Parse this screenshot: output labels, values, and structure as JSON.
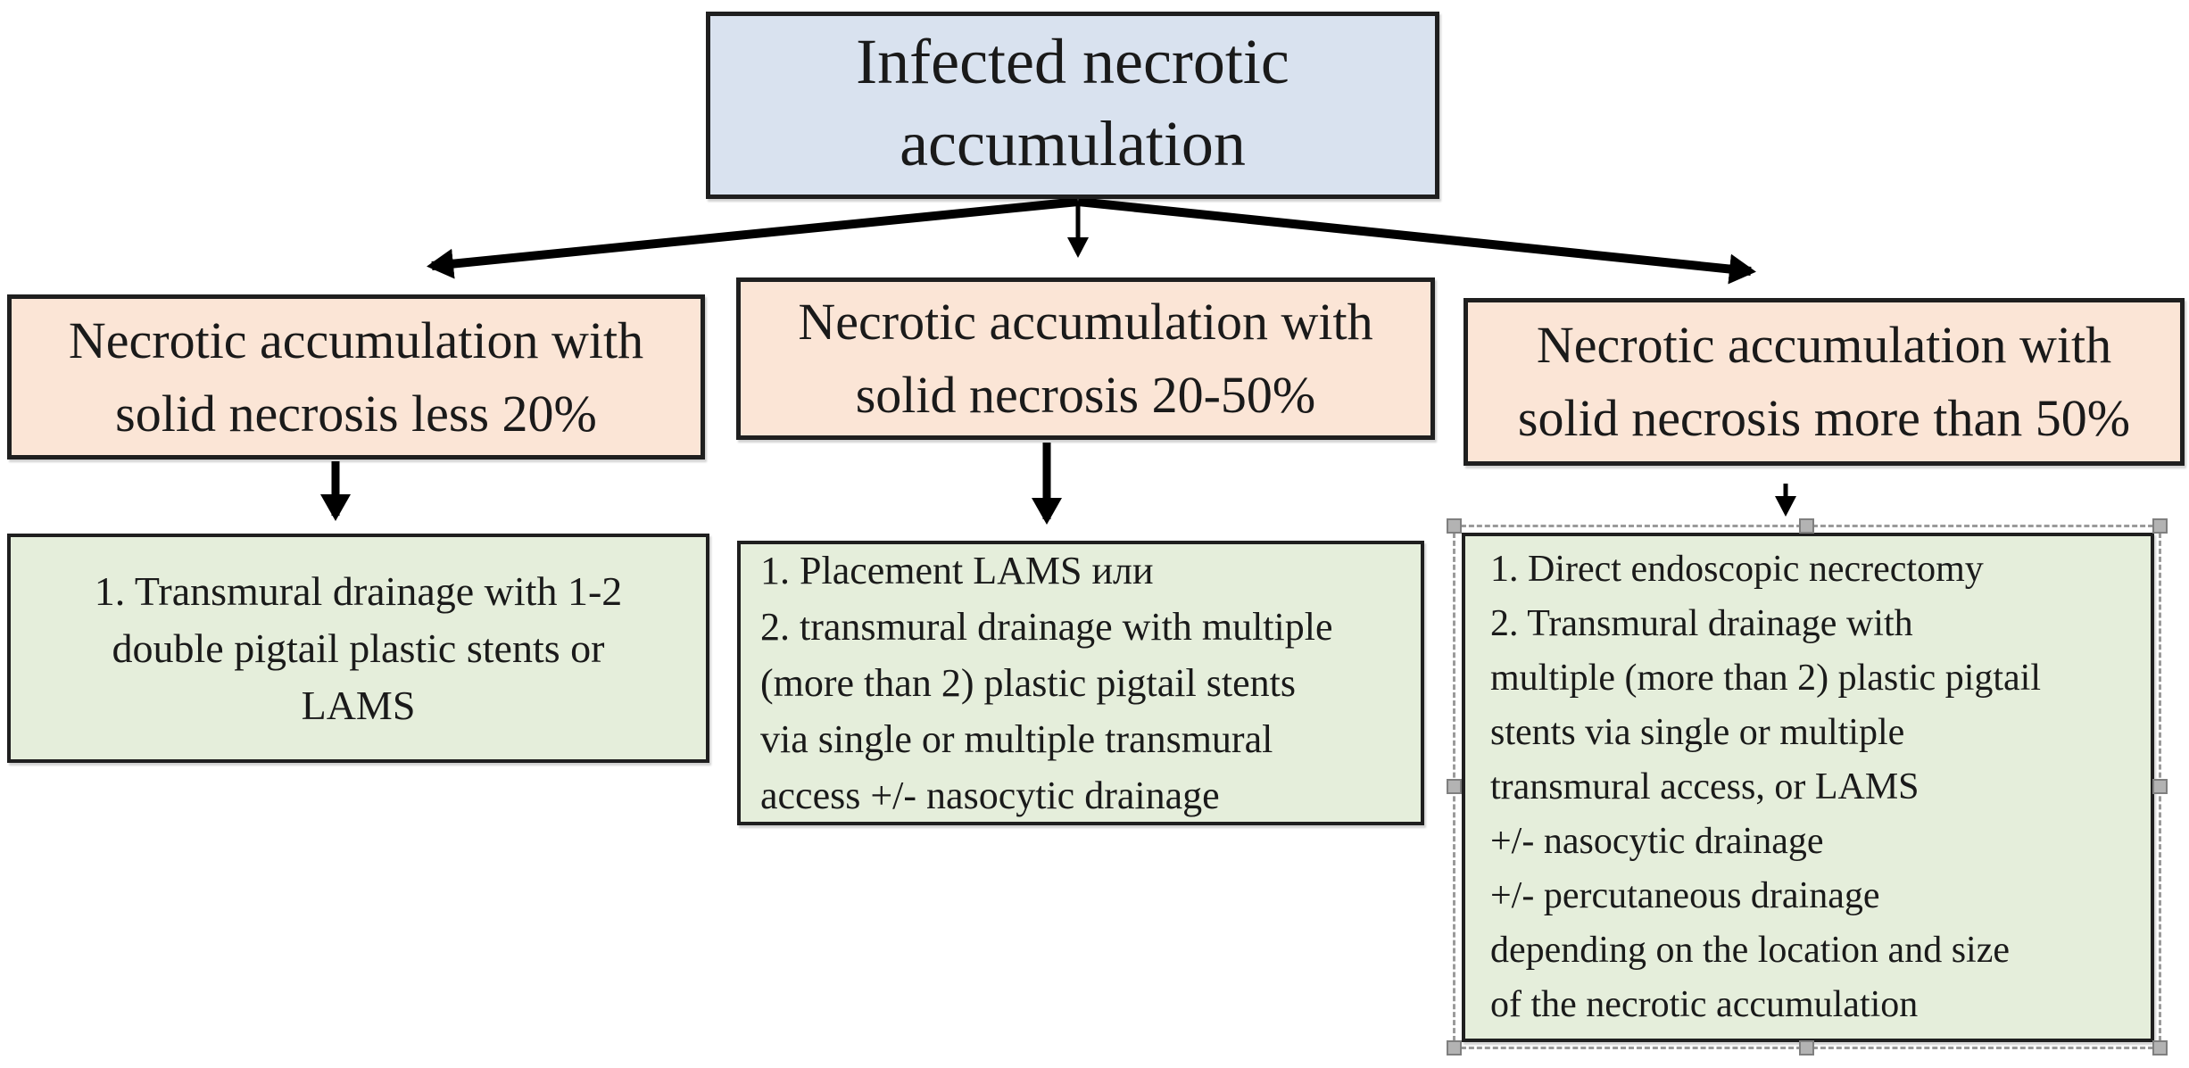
{
  "diagram": {
    "root": {
      "text": "Infected necrotic\naccumulation",
      "fill": "#d9e2ef"
    },
    "branches": [
      {
        "condition": {
          "text": "Necrotic accumulation with\nsolid necrosis less 20%"
        },
        "treatment": {
          "text": "1. Transmural drainage with 1-2\ndouble pigtail plastic stents or\nLAMS"
        }
      },
      {
        "condition": {
          "text": "Necrotic accumulation with\nsolid necrosis 20-50%"
        },
        "treatment": {
          "text": "1. Placement LAMS или\n2. transmural drainage with multiple\n(more than 2) plastic pigtail stents\nvia single or multiple transmural\naccess +/- nasocytic drainage"
        }
      },
      {
        "condition": {
          "text": "Necrotic accumulation with\nsolid necrosis more than 50%"
        },
        "treatment": {
          "text": "1. Direct endoscopic necrectomy\n2. Transmural drainage with\nmultiple (more than 2) plastic pigtail\nstents via single or multiple\ntransmural access, or LAMS\n+/- nasocytic drainage\n+/- percutaneous drainage\ndepending on the location and size\nof the necrotic accumulation"
        }
      }
    ],
    "colors": {
      "condition_fill": "#fbe5d6",
      "treatment_fill": "#e5eedb",
      "border": "#1f1f1f",
      "arrow": "#000000",
      "selection_handle": "#b3b3b3",
      "selection_dash": "#9a9a9a"
    },
    "selection": {
      "selected_shape": "treatment-box-3"
    }
  }
}
